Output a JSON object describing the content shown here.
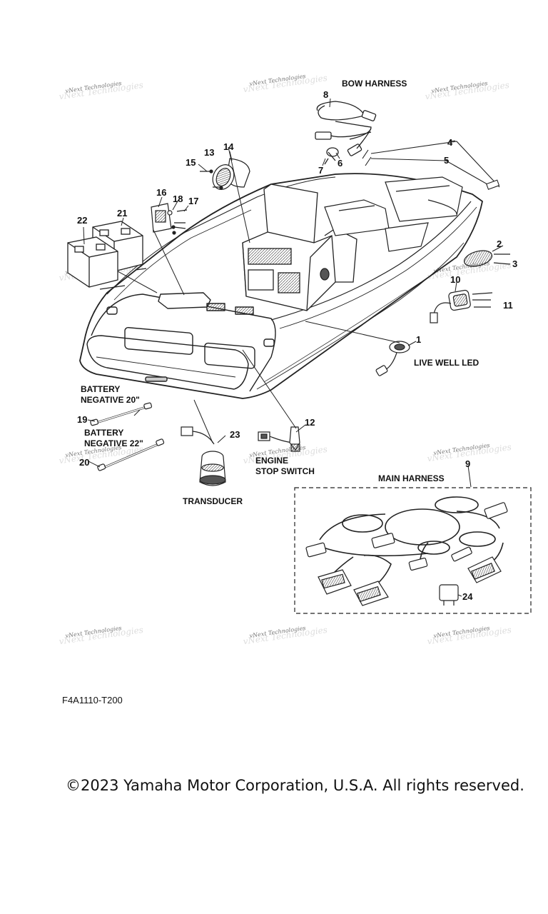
{
  "labels": {
    "bow_harness": "BOW HARNESS",
    "live_well_led": "LIVE WELL LED",
    "battery_negative_20_l1": "BATTERY",
    "battery_negative_20_l2": "NEGATIVE 20\"",
    "battery_negative_22_l1": "BATTERY",
    "battery_negative_22_l2": "NEGATIVE 22\"",
    "engine_stop_l1": "ENGINE",
    "engine_stop_l2": "STOP SWITCH",
    "transducer": "TRANSDUCER",
    "main_harness": "MAIN HARNESS"
  },
  "callouts": {
    "c1": "1",
    "c2": "2",
    "c3": "3",
    "c4": "4",
    "c5": "5",
    "c6": "6",
    "c7": "7",
    "c8": "8",
    "c9": "9",
    "c10": "10",
    "c11": "11",
    "c12": "12",
    "c13": "13",
    "c14": "14",
    "c15": "15",
    "c16": "16",
    "c17": "17",
    "c18": "18",
    "c19": "19",
    "c20": "20",
    "c21": "21",
    "c22": "22",
    "c23": "23",
    "c24": "24"
  },
  "watermark": "vNext Technologies",
  "figure_code": "F4A1110-T200",
  "copyright": "©2023 Yamaha Motor Corporation, U.S.A. All rights reserved."
}
